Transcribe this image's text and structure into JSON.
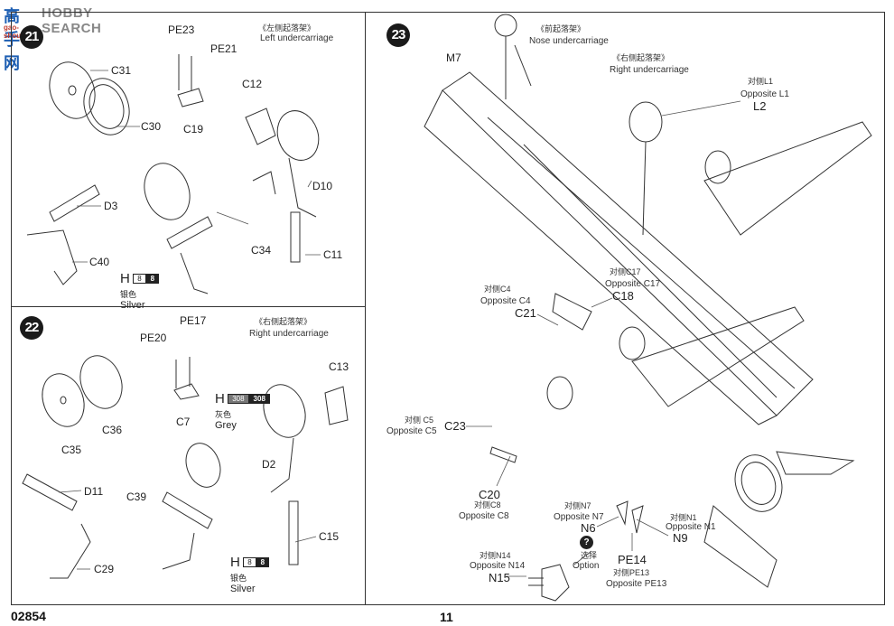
{
  "watermark": {
    "logo_cn": "高手网",
    "logo_en": "HOBBY SEARCH",
    "logo_url": "gao-shou.com"
  },
  "step21": {
    "number": "21",
    "title_cn": "《左侧起落架》",
    "title_en": "Left undercarriage",
    "parts": [
      "PE23",
      "PE21",
      "C31",
      "C30",
      "C19",
      "C12",
      "D10",
      "D3",
      "C34",
      "C40",
      "C11"
    ],
    "paint": {
      "prefix": "H",
      "code1": "8",
      "code2": "8",
      "color_cn": "银色",
      "color_en": "Silver"
    }
  },
  "step22": {
    "number": "22",
    "title_cn": "《右侧起落架》",
    "title_en": "Right undercarriage",
    "parts": [
      "PE17",
      "PE20",
      "C13",
      "C36",
      "C7",
      "C35",
      "D2",
      "D11",
      "C39",
      "C15",
      "C29"
    ],
    "paint_grey": {
      "prefix": "H",
      "code1": "308",
      "code2": "308",
      "color_cn": "灰色",
      "color_en": "Grey"
    },
    "paint_silver": {
      "prefix": "H",
      "code1": "8",
      "code2": "8",
      "color_cn": "银色",
      "color_en": "Silver"
    }
  },
  "step23": {
    "number": "23",
    "nose_cn": "《前起落架》",
    "nose_en": "Nose undercarriage",
    "right_cn": "《右侧起落架》",
    "right_en": "Right undercarriage",
    "m7": "M7",
    "l1_cn": "对侧L1",
    "l1_en": "Opposite L1",
    "l2": "L2",
    "c17_cn": "对侧C17",
    "c17_en": "Opposite C17",
    "c18": "C18",
    "c4_cn": "对侧C4",
    "c4_en": "Opposite C4",
    "c21": "C21",
    "c5_cn": "对侧 C5",
    "c5_en": "Opposite C5",
    "c23": "C23",
    "c20": "C20",
    "c8_cn": "对侧C8",
    "c8_en": "Opposite C8",
    "n7_cn": "对侧N7",
    "n7_en": "Opposite N7",
    "n6": "N6",
    "n1_cn": "对侧N1",
    "n1_en": "Opposite N1",
    "n9": "N9",
    "option_icon": "?",
    "option_cn": "选择",
    "option_en": "Option",
    "pe14": "PE14",
    "pe13_cn": "对侧PE13",
    "pe13_en": "Opposite PE13",
    "n14_cn": "对侧N14",
    "n14_en": "Opposite N14",
    "n15": "N15"
  },
  "footer": {
    "kit_number": "02854",
    "page_number": "11"
  }
}
